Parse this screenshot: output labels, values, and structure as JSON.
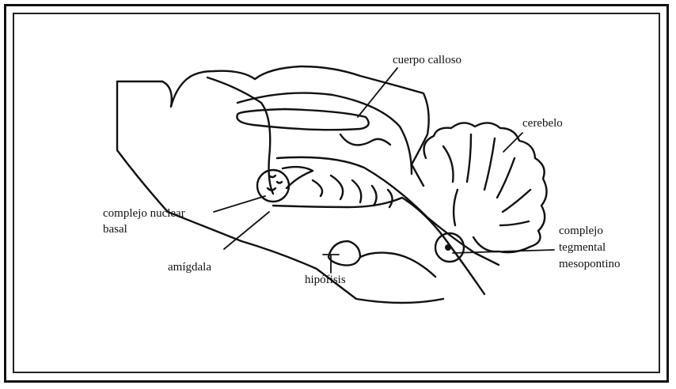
{
  "labels": {
    "corpus_callosum": "cuerpo calloso",
    "cerebellum": "cerebelo",
    "basal_nucleus_line1": "complejo nuclear",
    "basal_nucleus_line2": "basal",
    "amygdala": "amígdala",
    "pituitary": "hipófisis",
    "tegmental_line1": "complejo",
    "tegmental_line2": "tegmental",
    "tegmental_line3": "mesopontino"
  }
}
